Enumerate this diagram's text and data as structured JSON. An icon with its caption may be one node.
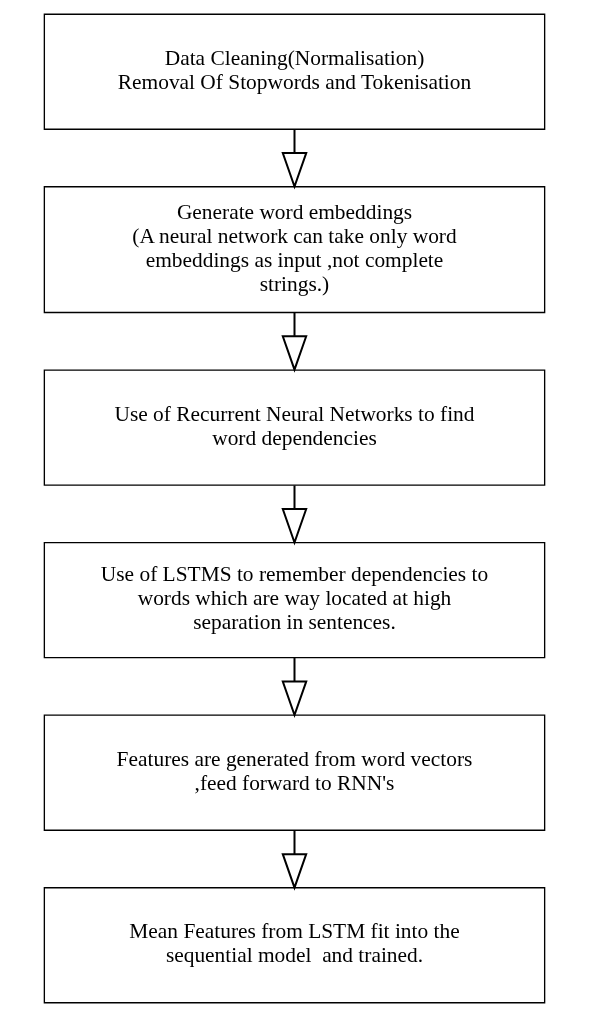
{
  "diagram": {
    "nodes": [
      {
        "text": [
          "Data Cleaning(Normalisation)",
          "Removal Of Stopwords and Tokenisation"
        ]
      },
      {
        "text": [
          "Generate word embeddings",
          "(A neural network can take only word embeddings as input ,not complete strings.)"
        ]
      },
      {
        "text": [
          "Use of Recurrent Neural Networks to find word dependencies"
        ]
      },
      {
        "text": [
          "Use of LSTMS to remember dependencies to words which are way located at high separation in sentences."
        ]
      },
      {
        "text": [
          "Features are generated from word vectors ,feed forward to RNN's"
        ]
      },
      {
        "text": [
          "Mean Features from LSTM fit into the sequential model  and trained."
        ]
      }
    ],
    "edges": [
      {
        "from": 0,
        "to": 1,
        "arrow": "to"
      },
      {
        "from": 1,
        "to": 2,
        "arrow": "to"
      },
      {
        "from": 2,
        "to": 3,
        "arrow": "to"
      },
      {
        "from": 3,
        "to": 4,
        "arrow": "to"
      },
      {
        "from": 4,
        "to": 5,
        "arrow": "to"
      }
    ]
  }
}
